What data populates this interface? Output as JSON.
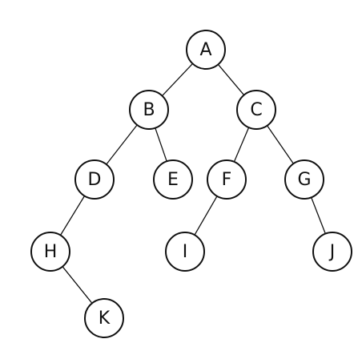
{
  "diagram": {
    "nodes": [
      {
        "id": "A",
        "label": "A"
      },
      {
        "id": "B",
        "label": "B"
      },
      {
        "id": "C",
        "label": "C"
      },
      {
        "id": "D",
        "label": "D"
      },
      {
        "id": "E",
        "label": "E"
      },
      {
        "id": "F",
        "label": "F"
      },
      {
        "id": "G",
        "label": "G"
      },
      {
        "id": "H",
        "label": "H"
      },
      {
        "id": "I",
        "label": "I"
      },
      {
        "id": "J",
        "label": "J"
      },
      {
        "id": "K",
        "label": "K"
      }
    ],
    "edges": [
      {
        "from": "A",
        "to": "B"
      },
      {
        "from": "A",
        "to": "C"
      },
      {
        "from": "B",
        "to": "D"
      },
      {
        "from": "B",
        "to": "E"
      },
      {
        "from": "C",
        "to": "F"
      },
      {
        "from": "C",
        "to": "G"
      },
      {
        "from": "D",
        "to": "H"
      },
      {
        "from": "F",
        "to": "I"
      },
      {
        "from": "G",
        "to": "J"
      },
      {
        "from": "H",
        "to": "K"
      }
    ]
  }
}
